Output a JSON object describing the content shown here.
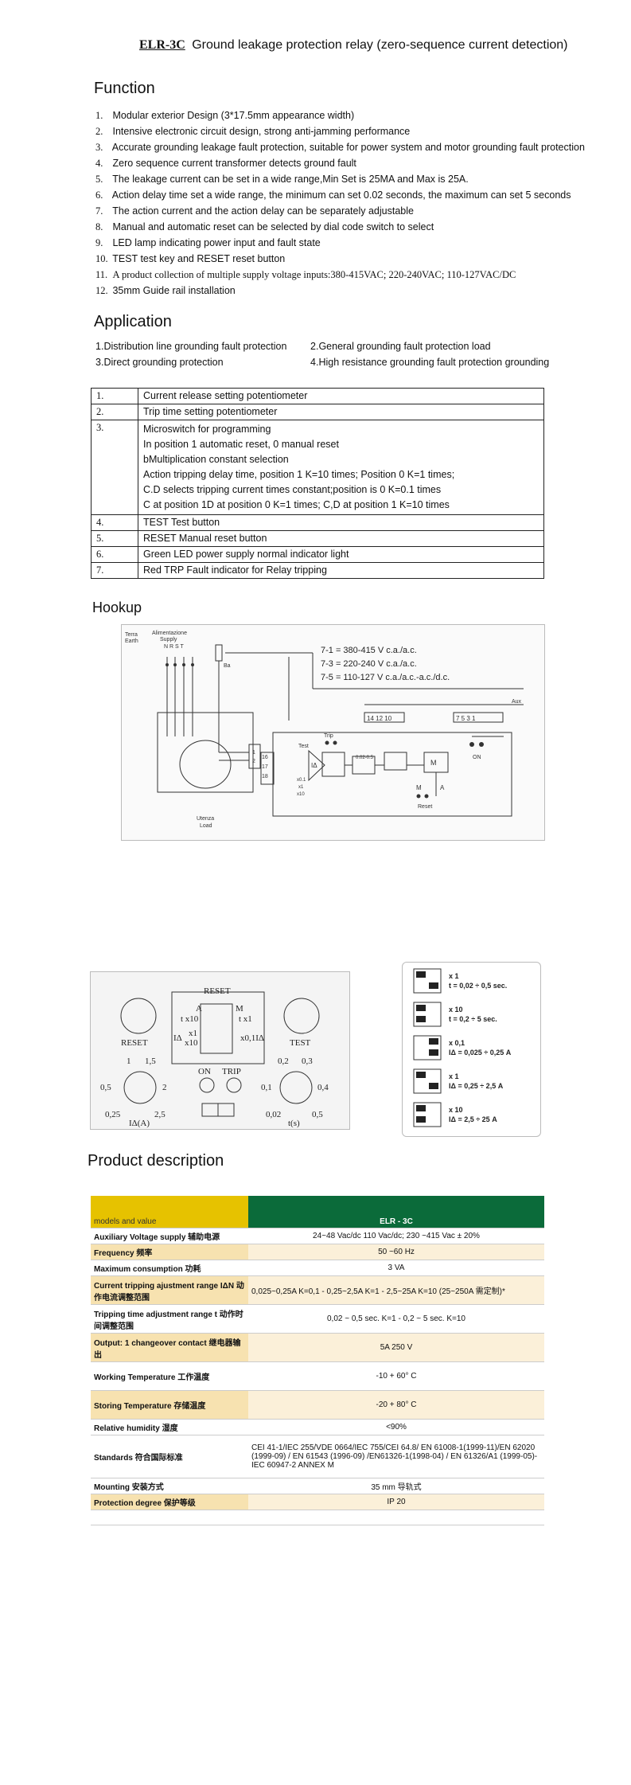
{
  "title": {
    "model": "ELR-3C",
    "text": "Ground leakage protection relay (zero-sequence current detection)"
  },
  "function": {
    "heading": "Function",
    "items": [
      {
        "num": "1.",
        "text": "Modular exterior Design (3*17.5mm appearance width)"
      },
      {
        "num": "2.",
        "text": "Intensive electronic circuit design, strong anti-jamming performance"
      },
      {
        "num": "3.",
        "text": "Accurate grounding leakage fault protection, suitable for power system and motor grounding fault protection"
      },
      {
        "num": "4.",
        "text": "Zero sequence current transformer detects ground fault"
      },
      {
        "num": "5.",
        "text": "The leakage current can be set in a wide range,Min Set is 25MA and Max is 25A."
      },
      {
        "num": "6.",
        "text": "Action delay time set a wide range, the minimum can set 0.02 seconds, the maximum can set 5 seconds"
      },
      {
        "num": "7.",
        "text": "The action current and the action delay can be separately adjustable"
      },
      {
        "num": "8.",
        "text": "Manual and automatic reset can be selected by dial code switch to select"
      },
      {
        "num": "9.",
        "text": "LED lamp indicating power input and fault state"
      },
      {
        "num": "10.",
        "text": "TEST test key and RESET reset button"
      },
      {
        "num": "11.",
        "text": "A product collection of multiple supply voltage inputs:380-415VAC; 220-240VAC; 110-127VAC/DC"
      },
      {
        "num": "12.",
        "text": "35mm Guide rail installation"
      }
    ]
  },
  "application": {
    "heading": "Application",
    "items": [
      {
        "num": "1.",
        "text": "Distribution line grounding fault protection"
      },
      {
        "num": "2.",
        "text": "General grounding fault protection load"
      },
      {
        "num": "3.",
        "text": "Direct grounding protection"
      },
      {
        "num": "4.",
        "text": "High resistance grounding fault protection grounding"
      }
    ]
  },
  "parts_table": [
    {
      "num": "1.",
      "lines": [
        "Current release setting potentiometer"
      ]
    },
    {
      "num": "2.",
      "lines": [
        "Trip time setting potentiometer"
      ]
    },
    {
      "num": "3.",
      "lines": [
        "Microswitch for programming",
        "In position 1 automatic reset, 0 manual reset",
        "bMultiplication constant selection",
        "Action tripping delay time, position 1 K=10 times; Position 0 K=1 times;",
        "C.D selects tripping current times constant;position is 0 K=0.1 times",
        "C at position 1D at position 0 K=1 times; C,D at position 1 K=10 times"
      ]
    },
    {
      "num": "4.",
      "lines": [
        "TEST Test button"
      ]
    },
    {
      "num": "5.",
      "lines": [
        "RESET Manual reset button"
      ]
    },
    {
      "num": "6.",
      "lines": [
        "Green LED power supply normal indicator light"
      ]
    },
    {
      "num": "7.",
      "lines": [
        "Red TRP Fault indicator for Relay tripping"
      ]
    }
  ],
  "hookup": {
    "heading": "Hookup",
    "labels": {
      "terra": "Terra",
      "earth": "Earth",
      "alimentazione": "Alimentazione",
      "supply": "Supply",
      "phases": "N R S T",
      "ba": "Ba",
      "v1": "7-1 = 380-415 V c.a./a.c.",
      "v2": "7-3 = 220-240 V c.a./a.c.",
      "v3": "7-5 = 110-127 V c.a./a.c.-a.c./d.c.",
      "aux": "Aux",
      "t_left": "14 12 10",
      "t_right": "7 5 3 1",
      "test": "Test",
      "trip": "Trip",
      "ia": "IΔ",
      "time": "0.02-0.5",
      "m": "M",
      "a": "A",
      "on": "ON",
      "reset": "Reset",
      "utenza": "Utenza",
      "load": "Load",
      "x01": "x0.1",
      "x1": "x1",
      "x10": "x10",
      "t16": "16",
      "t17": "17",
      "t18": "18",
      "t1": "1",
      "t2": "2"
    }
  },
  "panel": {
    "reset_box": "RESET",
    "a": "A",
    "m": "M",
    "tx10": "t x10",
    "tx1": "t x1",
    "x1": "x1",
    "x10": "x10",
    "ia_sym": "IΔ",
    "x01": "x0,1IΔ",
    "reset": "RESET",
    "test": "TEST",
    "on": "ON",
    "trip": "TRIP",
    "left_scale": [
      "1",
      "1,5",
      "0,5",
      "2",
      "0,25",
      "2,5"
    ],
    "left_unit": "IΔ(A)",
    "right_scale": [
      "0,2",
      "0,3",
      "0,1",
      "0,4",
      "0,02",
      "0,5"
    ],
    "right_unit": "t(s)"
  },
  "dip": [
    {
      "mult": "x 1",
      "range": "t = 0,02 ÷ 0,5 sec."
    },
    {
      "mult": "x 10",
      "range": "t = 0,2 ÷ 5 sec."
    },
    {
      "mult": "x 0,1",
      "range": "IΔ = 0,025 ÷ 0,25 A"
    },
    {
      "mult": "x 1",
      "range": "IΔ = 0,25 ÷ 2,5 A"
    },
    {
      "mult": "x 10",
      "range": "IΔ = 2,5 ÷ 25 A"
    }
  ],
  "product": {
    "heading": "Product description",
    "header": {
      "left": "models and value",
      "right": "ELR - 3C"
    },
    "rows": [
      {
        "k": "Auxiliary Voltage supply 辅助电源",
        "v": "24~48 Vac/dc 110 Vac/dc; 230 ~415 Vac ± 20%"
      },
      {
        "k": "Frequency 频率",
        "v": "50 ~60 Hz"
      },
      {
        "k": "Maximum consumption 功耗",
        "v": "3 VA"
      },
      {
        "k": "Current tripping ajustment range IΔN 动作电流调整范围",
        "v": "0,025~0,25A K=0,1 - 0,25~2,5A K=1 - 2,5~25A K=10 (25~250A 需定制)*"
      },
      {
        "k": "Tripping time adjustment range t 动作时间调整范围",
        "v": "0,02 ~ 0,5 sec. K=1 - 0,2 ~ 5 sec. K=10"
      },
      {
        "k": "Output: 1 changeover contact 继电器输出",
        "v": "5A 250 V"
      },
      {
        "k": "Working Temperature 工作温度",
        "v": "-10 + 60° C"
      },
      {
        "k": "Storing Temperature 存储温度",
        "v": "-20 + 80° C"
      },
      {
        "k": "Relative humidity 湿度",
        "v": "<90%"
      },
      {
        "k": "Standards 符合国际标准",
        "v": "CEI 41-1/IEC 255/VDE 0664/IEC 755/CEI 64.8/ EN 61008-1(1999-11)/EN 62020 (1999-09) / EN 61543 (1996-09) /EN61326-1(1998-04) / EN 61326/A1 (1999-05)-IEC 60947-2 ANNEX M"
      },
      {
        "k": "Mounting 安装方式",
        "v": "35 mm 导轨式"
      },
      {
        "k": "Protection degree 保护等级",
        "v": "IP 20"
      }
    ]
  },
  "colors": {
    "header_yellow": "#e6c200",
    "header_green": "#0b6b3a",
    "alt_row": "#f7e2b0"
  }
}
